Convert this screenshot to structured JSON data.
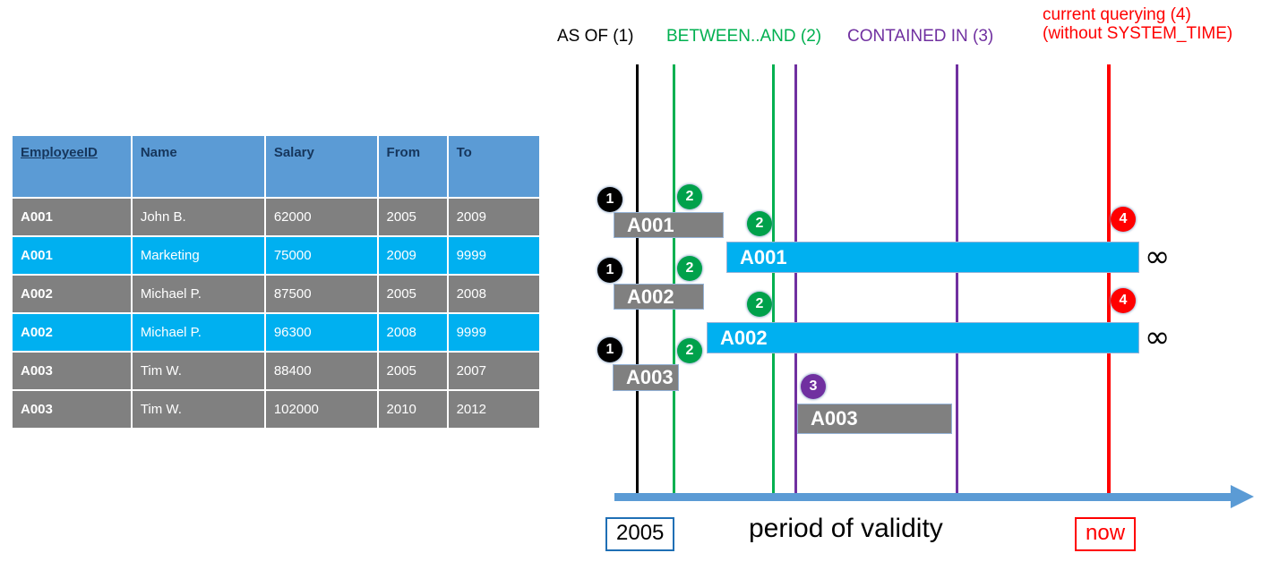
{
  "table": {
    "headers": [
      "EmployeeID",
      "Name",
      "Salary",
      "From",
      "To"
    ],
    "rows": [
      {
        "style": "gray",
        "cells": [
          "A001",
          "John  B.",
          "62000",
          "2005",
          "2009"
        ]
      },
      {
        "style": "cyan",
        "cells": [
          "A001",
          "Marketing",
          "75000",
          "2009",
          "9999"
        ]
      },
      {
        "style": "gray",
        "cells": [
          "A002",
          "Michael P.",
          "87500",
          "2005",
          "2008"
        ]
      },
      {
        "style": "cyan",
        "cells": [
          "A002",
          "Michael P.",
          "96300",
          "2008",
          "9999"
        ]
      },
      {
        "style": "gray",
        "cells": [
          "A003",
          "Tim W.",
          "88400",
          "2005",
          "2007"
        ]
      },
      {
        "style": "gray",
        "cells": [
          "A003",
          "Tim W.",
          "102000",
          "2010",
          "2012"
        ]
      }
    ]
  },
  "legend": {
    "as_of": "AS OF (1)",
    "between_and": "BETWEEN..AND (2)",
    "contained_in": "CONTAINED IN (3)",
    "current_line1": "current querying (4)",
    "current_line2": "(without SYSTEM_TIME)"
  },
  "colors": {
    "as_of": "#000000",
    "between_and": "#00B050",
    "contained_in": "#7030A0",
    "current": "#FF0000",
    "bar_historic": "#808080",
    "bar_current": "#00B0F0",
    "table_header": "#5B9BD5",
    "axis": "#5B9BD5"
  },
  "bars": [
    {
      "label": "A001",
      "style": "gray"
    },
    {
      "label": "A001",
      "style": "cyan"
    },
    {
      "label": "A002",
      "style": "gray"
    },
    {
      "label": "A002",
      "style": "cyan"
    },
    {
      "label": "A003",
      "style": "gray"
    },
    {
      "label": "A003",
      "style": "gray"
    }
  ],
  "badges": {
    "b1": "1",
    "b2": "2",
    "b3": "3",
    "b4": "4"
  },
  "infinity_symbol": "∞",
  "axis": {
    "start_label": "2005",
    "title": "period of validity",
    "end_label": "now"
  }
}
